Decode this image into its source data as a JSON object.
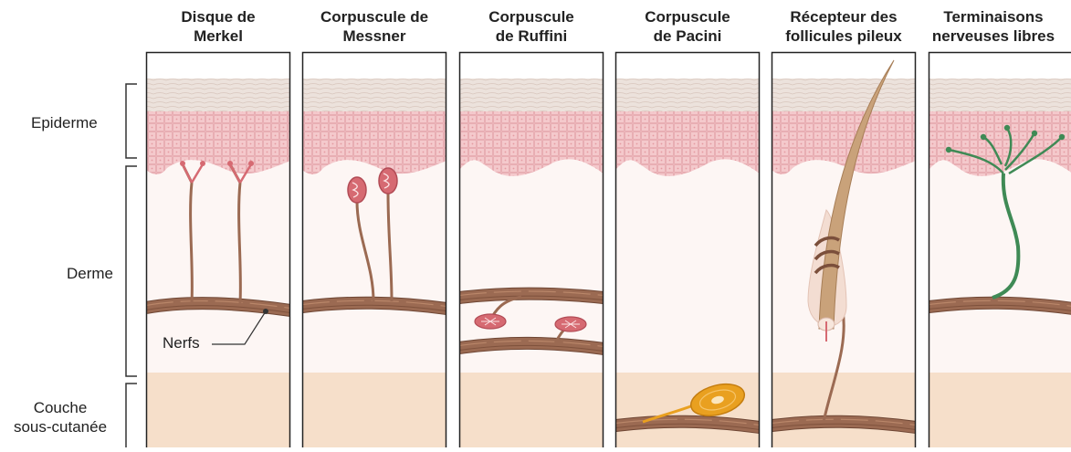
{
  "columns": [
    {
      "title_line1": "Disque de",
      "title_line2": "Merkel"
    },
    {
      "title_line1": "Corpuscule de",
      "title_line2": "Messner"
    },
    {
      "title_line1": "Corpuscule",
      "title_line2": "de Ruffini"
    },
    {
      "title_line1": "Corpuscule",
      "title_line2": "de Pacini"
    },
    {
      "title_line1": "Récepteur des",
      "title_line2": "follicules pileux"
    },
    {
      "title_line1": "Terminaisons",
      "title_line2": "nerveuses libres"
    }
  ],
  "layers": {
    "epidermis": "Epiderme",
    "dermis": "Derme",
    "hypodermis_line1": "Couche",
    "hypodermis_line2": "sous-cutanée"
  },
  "annotation": {
    "nerves": "Nerfs"
  },
  "colors": {
    "epidermis_top": "#e9ded8",
    "epidermis_cells": "#f4c9cc",
    "dermis": "#fdf6f4",
    "hypodermis": "#f6dfca",
    "nerve": "#9b6a52",
    "receptor_pink": "#d66a72",
    "pacini": "#e9a020",
    "hair": "#c9a27a",
    "free_ending": "#3f8a55"
  }
}
